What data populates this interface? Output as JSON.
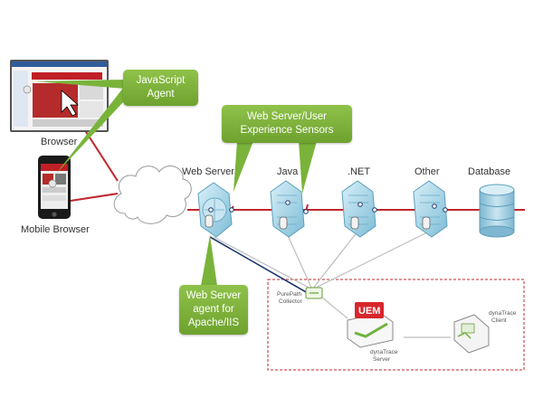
{
  "labels": {
    "browser": "Browser",
    "mobile_browser": "Mobile Browser",
    "web_server": "Web Server",
    "java": "Java",
    "dotnet": ".NET",
    "other": "Other",
    "database": "Database"
  },
  "callouts": {
    "javascript_agent": [
      "JavaScript",
      "Agent"
    ],
    "sensors": [
      "Web Server/User",
      "Experience Sensors"
    ],
    "ws_agent": [
      "Web Server",
      "agent for",
      "Apache/IIS"
    ]
  },
  "components": {
    "collector": [
      "PurePath",
      "Collector"
    ],
    "server": [
      "dynaTrace",
      "Server"
    ],
    "client": [
      "dynaTrace",
      "Client"
    ],
    "uem_logo": "UEM"
  },
  "colors": {
    "callout_green": "#7ab33a",
    "link_red": "#c0272d",
    "server_blue": "#9fd3e6",
    "frame_red": "#c0272d"
  }
}
